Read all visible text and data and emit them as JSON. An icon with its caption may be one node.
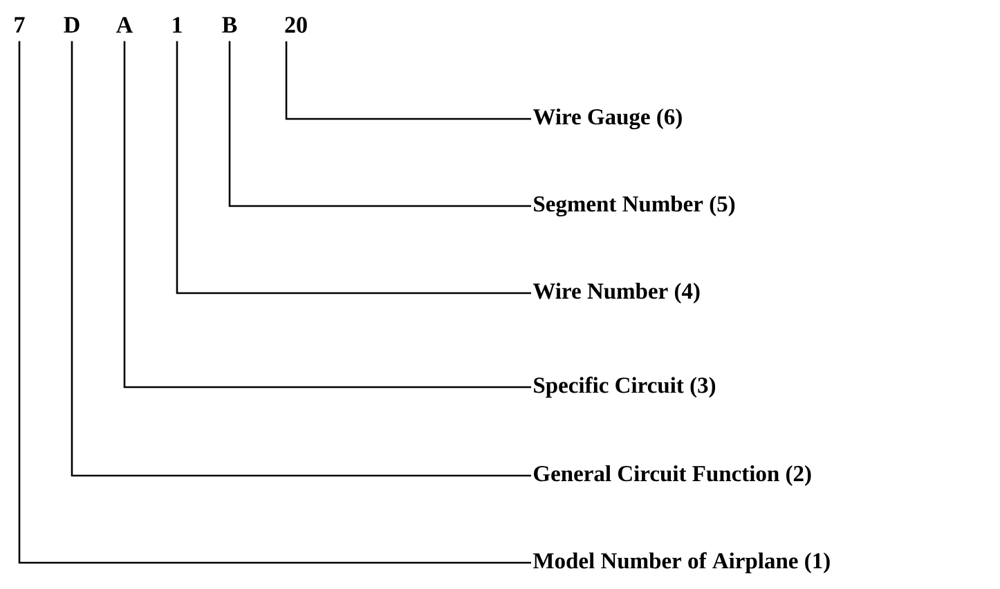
{
  "diagram": {
    "nodes": [
      {
        "text": [
          "7"
        ]
      },
      {
        "text": [
          "D"
        ]
      },
      {
        "text": [
          "A"
        ]
      },
      {
        "text": [
          "1"
        ]
      },
      {
        "text": [
          "B"
        ]
      },
      {
        "text": [
          "20"
        ]
      },
      {
        "text": [
          "Wire Gauge (6)"
        ]
      },
      {
        "text": [
          "Segment Number (5)"
        ]
      },
      {
        "text": [
          "Wire Number (4)"
        ]
      },
      {
        "text": [
          "Specific Circuit (3)"
        ]
      },
      {
        "text": [
          "General Circuit Function (2)"
        ]
      },
      {
        "text": [
          "Model Number of Airplane (1)"
        ]
      }
    ],
    "edges": [
      {
        "from": 5,
        "to": 6,
        "arrow": "none"
      },
      {
        "from": 4,
        "to": 7,
        "arrow": "none"
      },
      {
        "from": 3,
        "to": 8,
        "arrow": "none"
      },
      {
        "from": 2,
        "to": 9,
        "arrow": "none"
      },
      {
        "from": 1,
        "to": 10,
        "arrow": "none"
      },
      {
        "from": 0,
        "to": 11,
        "arrow": "none"
      }
    ]
  }
}
